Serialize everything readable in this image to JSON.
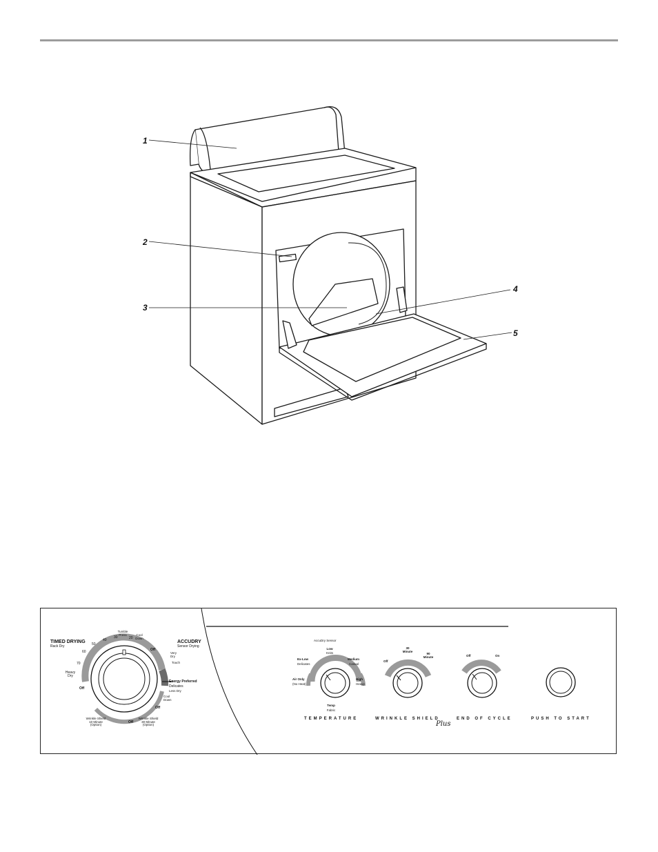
{
  "dryer_callouts": [
    "1",
    "2",
    "3",
    "4",
    "5"
  ],
  "panel": {
    "timed_drying": {
      "title": "TIMED DRYING",
      "subtitle": "Rack Dry",
      "minutes": [
        "70",
        "60",
        "50",
        "40",
        "30",
        "20"
      ],
      "heavy_dry": [
        "Heavy",
        "Dry"
      ],
      "tumble_press": [
        "Tumble",
        "Press"
      ],
      "cool_down_top": [
        "Cool",
        "Down"
      ],
      "off_labels": [
        "Off",
        "Off",
        "Off",
        "Off"
      ]
    },
    "accudry": {
      "title": "ACCUDRY",
      "subtitle": "Sensor Drying",
      "very_dry": [
        "Very",
        "Dry"
      ],
      "touch": "Touch",
      "energy_preferred": "Energy Preferred",
      "delicates": "Delicates",
      "less_dry": "Less Dry",
      "cool_down": [
        "Cool",
        "Down"
      ]
    },
    "wrinkle_shield_left": [
      "Wrinkle Shield",
      "10 Minute",
      "(Option)"
    ],
    "wrinkle_shield_right": [
      "Wrinkle Shield",
      "30 Minute",
      "(Option)"
    ],
    "temperature": {
      "sensor": "AccuDry Sensor",
      "low": "Low",
      "knits": "Knits",
      "ex_low": "Ex-Low",
      "delicates": "Delicates",
      "medium": "Medium",
      "casual": "Casual",
      "air_only": "Air Only",
      "no_heat": "(No Heat)",
      "high": "High",
      "heavy": "Heavy",
      "temp": "Temp",
      "fabric": "Fabric",
      "label": "TEMPERATURE"
    },
    "wrinkle_shield": {
      "off": "Off",
      "m30": [
        "30",
        "Minute"
      ],
      "m90": [
        "90",
        "Minute"
      ],
      "label": "WRINKLE SHIELD",
      "plus": "Plus"
    },
    "end_of_cycle": {
      "off": "Off",
      "on": "On",
      "label": "END OF CYCLE"
    },
    "push_to_start": {
      "label": "PUSH TO START"
    }
  },
  "colors": {
    "rule": "#9c9c9c",
    "knob_band": "#9a9a9a",
    "ink": "#1a1a1a"
  }
}
